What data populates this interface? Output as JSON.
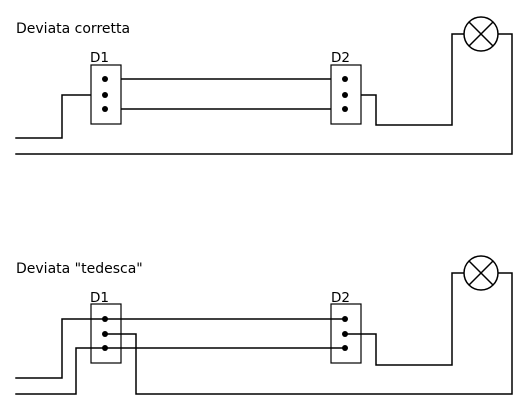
{
  "diagrams": [
    {
      "title": "Deviata corretta",
      "switch_left_label": "D1",
      "switch_right_label": "D2"
    },
    {
      "title": "Deviata \"tedesca\"",
      "switch_left_label": "D1",
      "switch_right_label": "D2"
    }
  ],
  "icons": {
    "lamp": "lamp-icon",
    "switch": "two-way-switch-icon"
  }
}
